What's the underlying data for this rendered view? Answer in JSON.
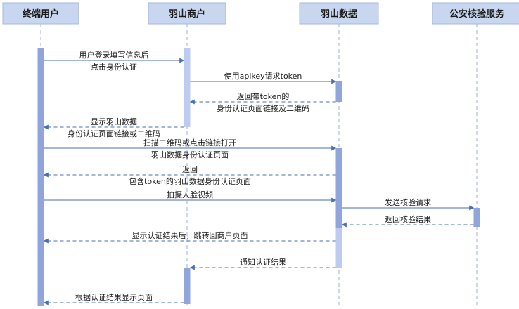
{
  "colors": {
    "actor_box": "#c9d6ef",
    "actor_border": "#a7b8de",
    "lifeline": "#9fb0d4",
    "activation_dark": "#8fa5dc",
    "activation_light": "#bccbef",
    "arrow": "#4a6fb5",
    "text": "#1a1a1a"
  },
  "actors": [
    {
      "id": "user",
      "label": "终端用户"
    },
    {
      "id": "merchant",
      "label": "羽山商户"
    },
    {
      "id": "yushan",
      "label": "羽山数据"
    },
    {
      "id": "police",
      "label": "公安核验服务"
    }
  ],
  "messages": [
    {
      "from": "user",
      "to": "merchant",
      "style": "solid",
      "lines": [
        "用户登录填写信息后",
        "点击身份认证"
      ]
    },
    {
      "from": "merchant",
      "to": "yushan",
      "style": "solid",
      "lines": [
        "使用apikey请求token"
      ]
    },
    {
      "from": "yushan",
      "to": "merchant",
      "style": "dashed",
      "lines": [
        "返回带token的",
        "身份认证页面链接及二维码"
      ]
    },
    {
      "from": "merchant",
      "to": "user",
      "style": "dashed",
      "lines": [
        "显示羽山数据",
        "身份认证页面链接或二维码"
      ]
    },
    {
      "from": "user",
      "to": "yushan",
      "style": "solid",
      "lines": [
        "扫描二维码或点击链接打开",
        "羽山数据身份认证页面"
      ]
    },
    {
      "from": "yushan",
      "to": "user",
      "style": "dashed",
      "lines": [
        "返回",
        "包含token的羽山数据身份认证页面"
      ]
    },
    {
      "from": "user",
      "to": "yushan",
      "style": "solid",
      "lines": [
        "拍摄人脸视频"
      ]
    },
    {
      "from": "yushan",
      "to": "police",
      "style": "solid",
      "lines": [
        "发送核验请求"
      ]
    },
    {
      "from": "police",
      "to": "yushan",
      "style": "dashed",
      "lines": [
        "返回核验结果"
      ]
    },
    {
      "from": "yushan",
      "to": "user",
      "style": "dashed",
      "lines": [
        "显示认证结果后，跳转回商户页面"
      ]
    },
    {
      "from": "yushan",
      "to": "merchant",
      "style": "dashed",
      "lines": [
        "通知认证结果"
      ]
    },
    {
      "from": "merchant",
      "to": "user",
      "style": "dashed",
      "lines": [
        "根据认证结果显示页面"
      ]
    }
  ]
}
